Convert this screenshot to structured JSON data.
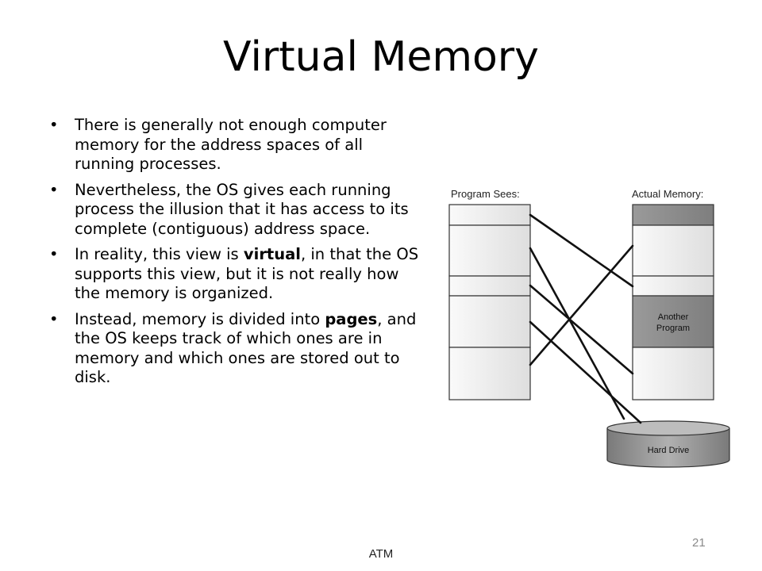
{
  "slide": {
    "title": "Virtual Memory",
    "bullets": [
      {
        "parts": [
          {
            "text": "There is generally not enough computer memory for the address spaces of all running processes.",
            "bold": false
          }
        ]
      },
      {
        "parts": [
          {
            "text": "Nevertheless, the OS gives each running process the illusion that it has access to its complete (contiguous) address space.",
            "bold": false
          }
        ]
      },
      {
        "parts": [
          {
            "text": "In reality, this view is ",
            "bold": false
          },
          {
            "text": "virtual",
            "bold": true
          },
          {
            "text": ", in that the OS supports this view, but it is not really how the memory is organized.",
            "bold": false
          }
        ]
      },
      {
        "parts": [
          {
            "text": "Instead, memory is divided into ",
            "bold": false
          },
          {
            "text": "pages",
            "bold": true
          },
          {
            "text": ", and the OS keeps track of which ones are in memory and which ones are stored out to disk.",
            "bold": false
          }
        ]
      }
    ],
    "page_number": "21",
    "footer": "ATM"
  },
  "diagram": {
    "program_label": "Program Sees:",
    "actual_label": "Actual Memory:",
    "another_program_line1": "Another",
    "another_program_line2": "Program",
    "hard_drive_label": "Hard Drive",
    "colors": {
      "light_block": "#ebebeb",
      "dark_block": "#8c8c8c",
      "border": "#333333",
      "line": "#111111"
    }
  }
}
